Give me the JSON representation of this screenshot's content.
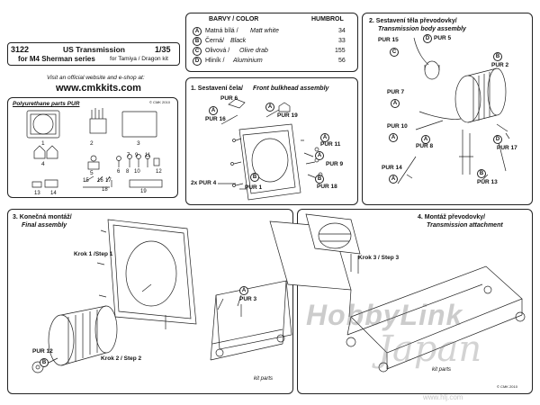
{
  "header": {
    "kit_number": "3122",
    "title": "US Transmission",
    "scale": "1/35",
    "subtitle_bold": "for M4 Sherman series",
    "subtitle_rest": "for Tamiya / Dragon kit",
    "visit_text": "Visit an official website and e-shop at:",
    "website": "www.cmkkits.com"
  },
  "parts_box": {
    "title": "Polyurethane parts PUR",
    "copyright": "© CMK 2010",
    "part_numbers": [
      "1",
      "2",
      "3",
      "4",
      "5",
      "6",
      "7",
      "8",
      "9",
      "10",
      "11",
      "12",
      "13",
      "14",
      "15",
      "16",
      "17",
      "18",
      "19"
    ]
  },
  "colors": {
    "heading": "BARVY / COLOR",
    "humbrol_heading": "HUMBROL",
    "rows": [
      {
        "code": "A",
        "czech": "Matná bílá /",
        "english": "Matt white",
        "humbrol": "34"
      },
      {
        "code": "B",
        "czech": "Černá/",
        "english": "Black",
        "humbrol": "33"
      },
      {
        "code": "C",
        "czech": "Olivová /",
        "english": "Olive drab",
        "humbrol": "155"
      },
      {
        "code": "D",
        "czech": "Hliník /",
        "english": "Aluminium",
        "humbrol": "56"
      }
    ]
  },
  "step1": {
    "title_cz": "1. Sestavení čela/",
    "title_en": "Front bulkhead assembly",
    "labels": {
      "pur6": "PUR 6",
      "pur16": "PUR 16",
      "pur19": "PUR 19",
      "pur11": "PUR 11",
      "pur9": "PUR 9",
      "pur18": "PUR 18",
      "pur1": "PUR 1",
      "pur4": "2x PUR 4"
    }
  },
  "step2": {
    "title_cz": "2. Sestavení těla převodovky/",
    "title_en": "Transmission body assembly",
    "labels": {
      "pur15": "PUR 15",
      "pur5": "PUR 5",
      "pur2": "PUR 2",
      "pur7": "PUR 7",
      "pur10": "PUR 10",
      "pur8": "PUR 8",
      "pur17": "PUR 17",
      "pur14": "PUR 14",
      "pur13": "PUR 13"
    }
  },
  "step3": {
    "title_cz": "3. Konečná montáž/",
    "title_en": "Final assembly",
    "krok1": "Krok 1 /Step 1",
    "krok2": "Krok 2 / Step 2",
    "pur12": "PUR 12",
    "pur3": "PUR 3",
    "kit_parts": "kit parts"
  },
  "step4": {
    "title_cz": "4. Montáž převodovky/",
    "title_en": "Transmission attachment",
    "krok3": "Krok 3 / Step 3",
    "kit_parts": "kit parts",
    "copyright": "© CMK 2010"
  },
  "watermark": {
    "brand": "HobbyLink",
    "sub": "Japan",
    "url": "www.hlj.com"
  }
}
